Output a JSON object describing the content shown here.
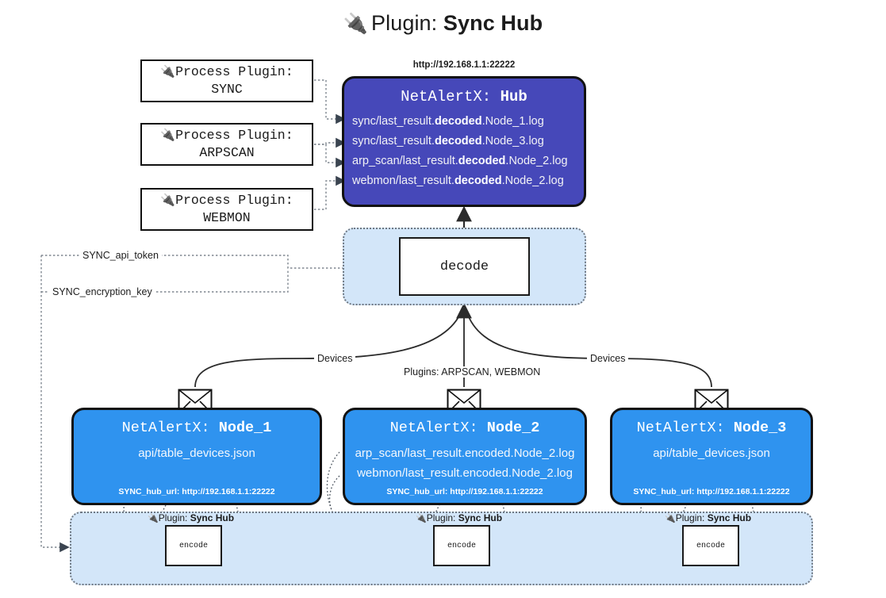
{
  "title": {
    "icon": "plug-icon",
    "prefix": "Plugin:",
    "name": "Sync Hub"
  },
  "process_plugins": [
    {
      "icon": "plug-icon",
      "label": "Process Plugin:",
      "name": "SYNC"
    },
    {
      "icon": "plug-icon",
      "label": "Process Plugin:",
      "name": "ARPSCAN"
    },
    {
      "icon": "plug-icon",
      "label": "Process Plugin:",
      "name": "WEBMON"
    }
  ],
  "hub": {
    "url": "http://192.168.1.1:22222",
    "title_prefix": "NetAlertX:",
    "title_name": "Hub",
    "lines": [
      {
        "pre": "sync/last_result.",
        "strong": "decoded",
        "post": ".Node_1.log"
      },
      {
        "pre": "sync/last_result.",
        "strong": "decoded",
        "post": ".Node_3.log"
      },
      {
        "pre": "arp_scan/last_result.",
        "strong": "decoded",
        "post": ".Node_2.log"
      },
      {
        "pre": "webmon/last_result.",
        "strong": "decoded",
        "post": ".Node_2.log"
      }
    ],
    "color": "#4648b9"
  },
  "decode": {
    "label": "decode",
    "container_color": "#d3e6f9"
  },
  "secrets": [
    {
      "label": "SYNC_api_token"
    },
    {
      "label": "SYNC_encryption_key"
    }
  ],
  "edge_labels": {
    "devices_left": "Devices",
    "devices_right": "Devices",
    "plugins_center": "Plugins: ARPSCAN, WEBMON"
  },
  "nodes": [
    {
      "title_prefix": "NetAlertX:",
      "title_name": "Node_1",
      "lines": [
        "api/table_devices.json"
      ],
      "footer_key": "SYNC_hub_url:",
      "footer_value": "http://192.168.1.1:22222",
      "color": "#2f93ef"
    },
    {
      "title_prefix": "NetAlertX:",
      "title_name": "Node_2",
      "lines": [
        "arp_scan/last_result.encoded.Node_2.log",
        "webmon/last_result.encoded.Node_2.log"
      ],
      "footer_key": "SYNC_hub_url:",
      "footer_value": "http://192.168.1.1:22222",
      "color": "#2f93ef"
    },
    {
      "title_prefix": "NetAlertX:",
      "title_name": "Node_3",
      "lines": [
        "api/table_devices.json"
      ],
      "footer_key": "SYNC_hub_url:",
      "footer_value": "http://192.168.1.1:22222",
      "color": "#2f93ef"
    }
  ],
  "bottom_plugins": [
    {
      "icon": "plug-icon",
      "prefix": "Plugin:",
      "name": "Sync Hub",
      "box_label": "encode"
    },
    {
      "icon": "plug-icon",
      "prefix": "Plugin:",
      "name": "Sync Hub",
      "box_label": "encode"
    },
    {
      "icon": "plug-icon",
      "prefix": "Plugin:",
      "name": "Sync Hub",
      "box_label": "encode"
    }
  ]
}
